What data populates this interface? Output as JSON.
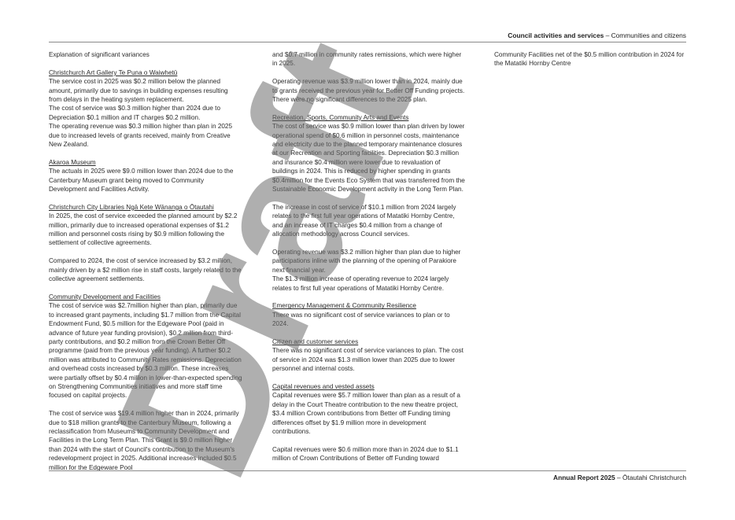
{
  "header": {
    "section": "Council activities and services",
    "separator": " – ",
    "subsection": "Communities and citizens"
  },
  "footer": {
    "report": "Annual Report 2025",
    "separator": " – ",
    "org": "Ōtautahi Christchurch"
  },
  "watermark": "Draft",
  "col1": {
    "intro": "Explanation of significant variances",
    "art_heading": "Christchurch Art Gallery Te Puna o Waiwhetū",
    "art_p1": "The service cost in 2025 was $0.2 million below the planned amount, primarily due to savings in building expenses resulting from delays in the heating system replacement.",
    "art_p2": "The cost of service was $0.3 million higher than 2024 due to Depreciation $0.1 million and IT charges $0.2 million.",
    "art_p3": "The operating revenue was $0.3 million higher than plan in 2025 due to increased levels of grants received, mainly from Creative New Zealand.",
    "akaroa_heading": "Akaroa Museum",
    "akaroa_p1": "The actuals in 2025 were $9.0 million lower than 2024 due to the Canterbury Museum grant being moved to Community Development and Facilities Activity.",
    "lib_heading": "Christchurch City Libraries Ngā Kete Wānanga o Ōtautahi",
    "lib_p1": "In 2025, the cost of service exceeded the planned amount by $2.2 million, primarily due to increased operational expenses of $1.2 million and personnel costs rising by $0.9 million following the settlement of collective agreements.",
    "lib_p2": "Compared to 2024, the cost of service increased by $3.2 million, mainly driven by a $2 million rise in staff costs, largely related to the collective agreement settlements.",
    "cdf_heading": "Community Development and Facilities",
    "cdf_p1": "The cost of service was $2.7million higher than plan, primarily due to increased grant payments, including $1.7 million from the Capital Endowment Fund, $0.5 million for the Edgeware Pool (paid in advance of future year funding provision), $0.2 million from third-party contributions, and $0.2 million from the Crown Better Off programme (paid from the previous year funding). A further $0.2 million was attributed to Community Rates remissions. Depreciation and overhead costs increased by $0.3 million. These increases were partially offset by $0.4 million in lower-than-expected spending on Strengthening Communities initiatives and more staff time focused on capital projects.",
    "cdf_p2": "The cost of service was $19.4 million higher than in 2024, primarily due to $18 million grants to the Canterbury Museum, following a reclassification from Museums to Community Development and Facilities in the Long Term Plan. This Grant is $9.0 million higher than 2024 with the start of Council's contribution to the Museum's redevelopment project in 2025. Additional increases included $0.5 million for the Edgeware Pool"
  },
  "col2": {
    "cont_p": "and $0.7 million in community rates remissions, which were higher in 2025.",
    "op_p": "Operating revenue was $3.9 million lower than in 2024, mainly due to grants received the previous year for Better Off Funding projects. There were no significant differences to the 2025 plan.",
    "rec_heading": "Recreation, Sports, Community Arts and Events",
    "rec_p1": "The cost of service was $0.9 million lower than plan driven by lower operational spend of $0.6 million in personnel costs, maintenance and electricity due to the planned temporary maintenance closures at our Recreation and Sporting facilities. Depreciation $0.3 million and insurance $0.4 million were lower due to revaluation of buildings in 2024.   This is reduced by higher spending in grants $0.4million for the Events Eco System that was transferred from the Sustainable Economic Development activity in the Long Term Plan.",
    "rec_p2": "The increase in cost of service of $10.1 million from 2024 largely relates to the first full year operations of Matatiki Hornby Centre, and an increase of IT charges $0.4 million from a change of allocation methodology across Council services.",
    "rec_p3": "Operating revenue was $3.2 million higher than plan due to higher participations inline with the planning of the opening of Parakiore next financial year.",
    "rec_p4": "The $1.3 million increase of operating revenue to 2024 largely relates to first full year operations of Matatiki Hornby Centre.",
    "em_heading": "Emergency Management & Community Resilience",
    "em_p1": "There was no significant cost of service variances to plan or to 2024.",
    "cit_heading": "Citizen and customer services",
    "cit_p1": "There was no significant cost of service variances to plan.    The cost of service in 2024 was $1.3 million lower than 2025 due to lower personnel and internal costs.",
    "cap_heading": "Capital revenues  and vested assets",
    "cap_p1": "Capital revenues were $5.7 million lower than plan as a result of a delay in the Court Theatre contribution to the new theatre project, $3.4 million Crown contributions from Better off Funding timing differences offset by $1.9 million more in development contributions.",
    "cap_p2": "Capital revenues were $0.6 million more than in 2024 due to $1.1 million of Crown Contributions of Better off Funding toward"
  },
  "col3": {
    "cont_p": "Community Facilities net of the $0.5 million contribution in 2024 for the Matatiki Hornby Centre"
  }
}
